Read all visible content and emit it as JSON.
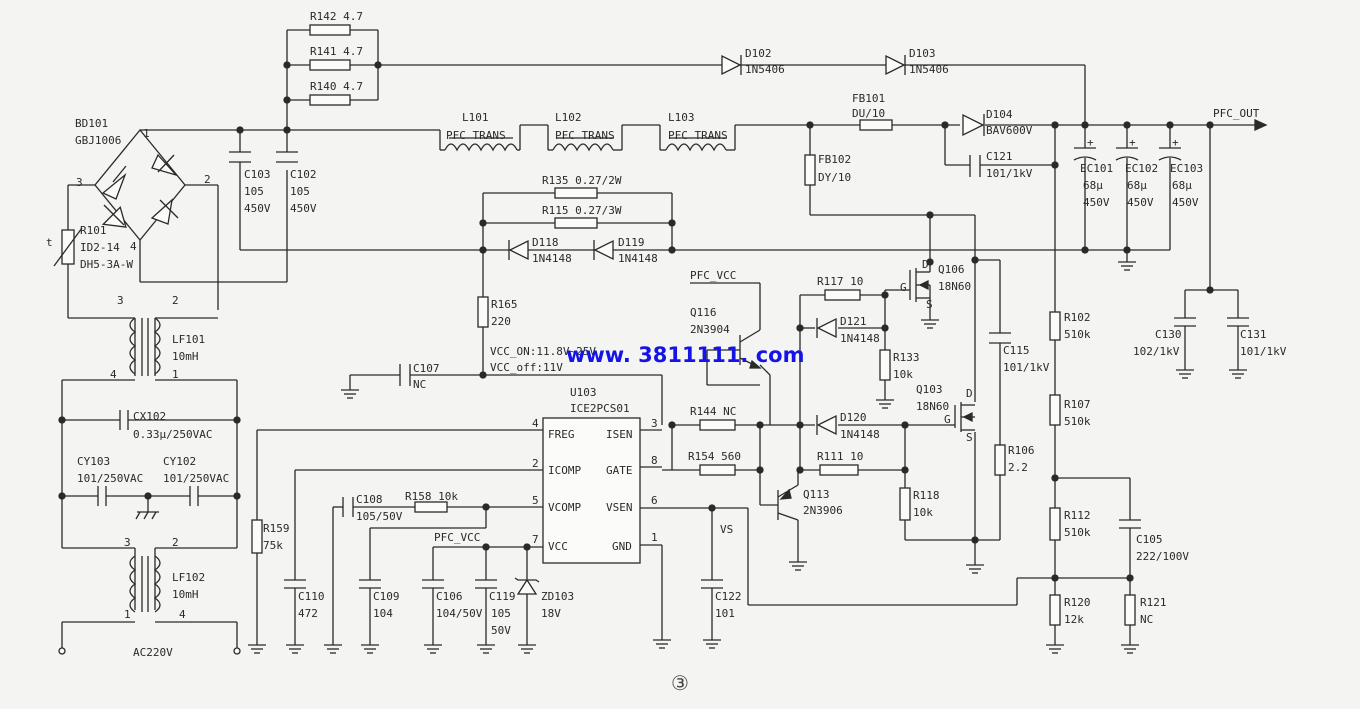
{
  "colors": {
    "ink": "#2a2a2a",
    "paper": "#f4f4f2",
    "watermark": "#1414e6"
  },
  "watermark": "www. 3811111. com",
  "page_number": "③",
  "icons": [
    "ground-icon",
    "diode-icon",
    "zener-diode-icon",
    "capacitor-icon",
    "electrolytic-capacitor-icon",
    "resistor-icon",
    "inductor-icon",
    "transistor-icon",
    "mosfet-icon",
    "thermistor-icon"
  ],
  "net": {
    "pfc_out": "PFC_OUT",
    "pfc_vcc_a": "PFC_VCC",
    "pfc_vcc_b": "PFC_VCC",
    "vs": "VS",
    "ac": "AC220V",
    "vcc_on": "VCC_ON:11.8V~25V",
    "vcc_off": "VCC_off:11V"
  },
  "bridge": {
    "ref": "BD101",
    "part": "GBJ1006",
    "p1": "1",
    "p2": "2",
    "p3": "3",
    "p4": "4"
  },
  "r101": {
    "ref": "R101",
    "v1": "ID2-14",
    "v2": "DH5-3A-W",
    "t": "t"
  },
  "lf101": {
    "ref": "LF101",
    "val": "10mH",
    "p3": "3",
    "p2": "2",
    "p4": "4",
    "p1": "1"
  },
  "lf102": {
    "ref": "LF102",
    "val": "10mH",
    "p3": "3",
    "p2": "2",
    "p1": "1",
    "p4": "4"
  },
  "cx102": {
    "ref": "CX102",
    "val": "0.33μ/250VAC"
  },
  "cy103": {
    "ref": "CY103",
    "val": "101/250VAC"
  },
  "cy102": {
    "ref": "CY102",
    "val": "101/250VAC"
  },
  "c103": {
    "ref": "C103",
    "v1": "105",
    "v2": "450V"
  },
  "c102": {
    "ref": "C102",
    "v1": "105",
    "v2": "450V"
  },
  "r142": {
    "label": "R142 4.7"
  },
  "r141": {
    "label": "R141 4.7"
  },
  "r140": {
    "label": "R140 4.7"
  },
  "d102": {
    "ref": "D102",
    "val": "1N5406"
  },
  "d103": {
    "ref": "D103",
    "val": "1N5406"
  },
  "l101": {
    "ref": "L101",
    "val": "PFC TRANS"
  },
  "l102": {
    "ref": "L102",
    "val": "PFC TRANS"
  },
  "l103": {
    "ref": "L103",
    "val": "PFC TRANS"
  },
  "fb101": {
    "ref": "FB101",
    "val": "DU/10"
  },
  "fb102": {
    "ref": "FB102",
    "val": "DY/10"
  },
  "d104": {
    "ref": "D104",
    "val": "BAV600V"
  },
  "c121": {
    "ref": "C121",
    "val": "101/1kV"
  },
  "ec101": {
    "ref": "EC101",
    "v1": "68μ",
    "v2": "450V"
  },
  "ec102": {
    "ref": "EC102",
    "v1": "68μ",
    "v2": "450V"
  },
  "ec103": {
    "ref": "EC103",
    "v1": "68μ",
    "v2": "450V"
  },
  "r135": {
    "label": "R135 0.27/2W"
  },
  "r115": {
    "label": "R115 0.27/3W"
  },
  "d118": {
    "ref": "D118",
    "val": "1N4148"
  },
  "d119": {
    "ref": "D119",
    "val": "1N4148"
  },
  "r165": {
    "ref": "R165",
    "val": "220"
  },
  "c107": {
    "ref": "C107",
    "val": "NC"
  },
  "q116": {
    "ref": "Q116",
    "val": "2N3904"
  },
  "r117": {
    "label": "R117 10"
  },
  "d121": {
    "ref": "D121",
    "val": "1N4148"
  },
  "r133": {
    "ref": "R133",
    "val": "10k"
  },
  "q106": {
    "ref": "Q106",
    "val": "18N60",
    "d": "D",
    "g": "G",
    "s": "S"
  },
  "q103": {
    "ref": "Q103",
    "val": "18N60",
    "d": "D",
    "g": "G",
    "s": "S"
  },
  "c115": {
    "ref": "C115",
    "val": "101/1kV"
  },
  "u103": {
    "ref": "U103",
    "part": "ICE2PCS01",
    "pins": {
      "freg": "FREG",
      "icomp": "ICOMP",
      "vcomp": "VCOMP",
      "vcc": "VCC",
      "isen": "ISEN",
      "gate": "GATE",
      "vsen": "VSEN",
      "gnd": "GND"
    },
    "nums": {
      "p4": "4",
      "p2": "2",
      "p5": "5",
      "p7": "7",
      "p3": "3",
      "p8": "8",
      "p6": "6",
      "p1": "1"
    }
  },
  "r144": {
    "label": "R144 NC"
  },
  "r154": {
    "label": "R154 560"
  },
  "d120": {
    "ref": "D120",
    "val": "1N4148"
  },
  "r111": {
    "label": "R111 10"
  },
  "q113": {
    "ref": "Q113",
    "val": "2N3906"
  },
  "r118": {
    "ref": "R118",
    "val": "10k"
  },
  "r106": {
    "ref": "R106",
    "val": "2.2"
  },
  "r159": {
    "ref": "R159",
    "val": "75k"
  },
  "c110": {
    "ref": "C110",
    "val": "472"
  },
  "c108": {
    "ref": "C108",
    "val": "105/50V"
  },
  "r158": {
    "label": "R158 10k"
  },
  "c109": {
    "ref": "C109",
    "val": "104"
  },
  "c106": {
    "ref": "C106",
    "val": "104/50V"
  },
  "c119": {
    "ref": "C119",
    "v1": "105",
    "v2": "50V"
  },
  "zd103": {
    "ref": "ZD103",
    "val": "18V"
  },
  "c122": {
    "ref": "C122",
    "val": "101"
  },
  "r102": {
    "ref": "R102",
    "val": "510k"
  },
  "r107": {
    "ref": "R107",
    "val": "510k"
  },
  "r112": {
    "ref": "R112",
    "val": "510k"
  },
  "r120": {
    "ref": "R120",
    "val": "12k"
  },
  "r121": {
    "ref": "R121",
    "val": "NC"
  },
  "c105": {
    "ref": "C105",
    "val": "222/100V"
  },
  "c130": {
    "ref": "C130",
    "val": "102/1kV"
  },
  "c131": {
    "ref": "C131",
    "val": "101/1kV"
  }
}
